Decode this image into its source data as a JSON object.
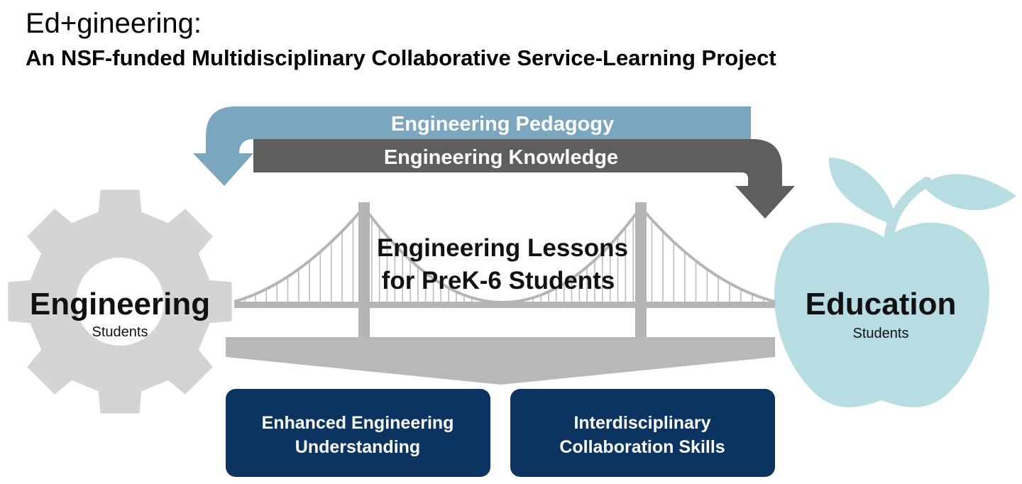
{
  "title": {
    "main": "Ed+gineering:",
    "subtitle": "An NSF-funded Multidisciplinary Collaborative Service-Learning Project"
  },
  "arrows": {
    "pedagogy_label": "Engineering Pedagogy",
    "knowledge_label": "Engineering Knowledge"
  },
  "engineering": {
    "label": "Engineering",
    "sublabel": "Students",
    "icon": "gear-icon"
  },
  "education": {
    "label": "Education",
    "sublabel": "Students",
    "icon": "apple-icon"
  },
  "bridge": {
    "line1": "Engineering Lessons",
    "line2": "for PreK-6 Students",
    "icon": "suspension-bridge-icon"
  },
  "outcomes": [
    {
      "line1": "Enhanced Engineering",
      "line2": "Understanding"
    },
    {
      "line1": "Interdisciplinary",
      "line2": "Collaboration Skills"
    }
  ],
  "colors": {
    "pedagogy_arrow": "#7aa6c0",
    "knowledge_arrow": "#5e5e5e",
    "gear": "#d4d4d4",
    "bridge": "#b8b8b8",
    "apple": "#b7dde3",
    "outcome_box": "#0c3461"
  }
}
